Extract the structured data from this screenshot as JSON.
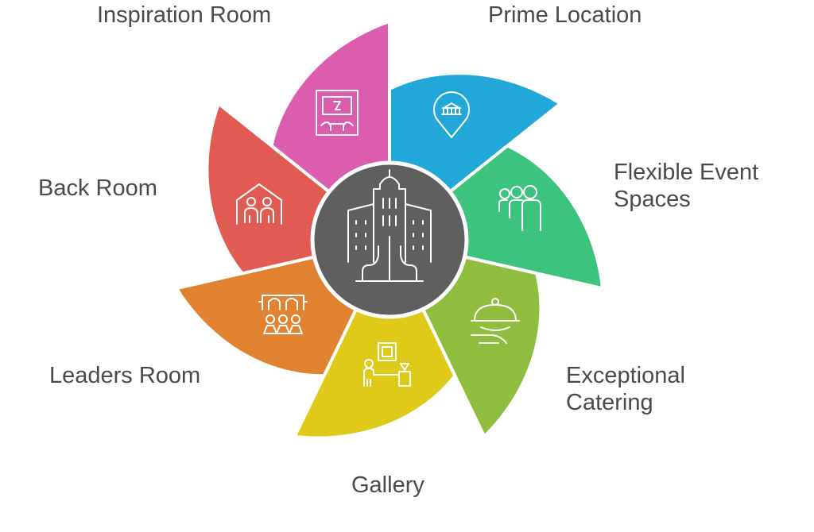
{
  "diagram": {
    "center": {
      "icon": "hotel-building-icon",
      "color": "#5f5f5f"
    },
    "segments": [
      {
        "id": "prime-location",
        "lines": [
          "Prime Location"
        ],
        "color": "#21a8d9",
        "icon": "location-pin-icon"
      },
      {
        "id": "flexible-event-spaces",
        "lines": [
          "Flexible Event",
          "Spaces"
        ],
        "color": "#3cc37e",
        "icon": "group-people-icon"
      },
      {
        "id": "exceptional-catering",
        "lines": [
          "Exceptional",
          "Catering"
        ],
        "color": "#8fbd3e",
        "icon": "cloche-tray-icon"
      },
      {
        "id": "gallery",
        "lines": [
          "Gallery"
        ],
        "color": "#dfc919",
        "icon": "gallery-visitor-icon"
      },
      {
        "id": "leaders-room",
        "lines": [
          "Leaders Room"
        ],
        "color": "#e0822f",
        "icon": "meeting-audience-icon"
      },
      {
        "id": "back-room",
        "lines": [
          "Back Room"
        ],
        "color": "#e25b52",
        "icon": "house-people-icon"
      },
      {
        "id": "inspiration-room",
        "lines": [
          "Inspiration Room"
        ],
        "color": "#dc5caf",
        "icon": "framed-art-icon"
      }
    ]
  }
}
